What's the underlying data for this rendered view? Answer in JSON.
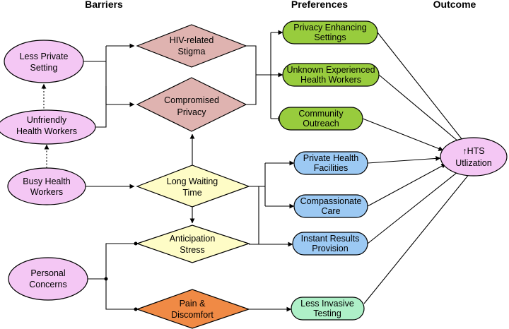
{
  "headings": {
    "barriers": "Barriers",
    "preferences": "Preferences",
    "outcome": "Outcome"
  },
  "nodes": {
    "less_private_setting": [
      "Less Private",
      "Setting"
    ],
    "unfriendly_health_workers": [
      "Unfriendly",
      "Health Workers"
    ],
    "busy_health_workers": [
      "Busy Health",
      "Workers"
    ],
    "personal_concerns": [
      "Personal",
      "Concerns"
    ],
    "hiv_related_stigma": [
      "HIV-related",
      "Stigma"
    ],
    "compromised_privacy": [
      "Compromised",
      "Privacy"
    ],
    "long_waiting_time": [
      "Long Waiting",
      "Time"
    ],
    "anticipation_stress": [
      "Anticipation",
      "Stress"
    ],
    "pain_discomfort": [
      "Pain &",
      "Discomfort"
    ],
    "privacy_enhancing_settings": [
      "Privacy Enhancing",
      "Settings"
    ],
    "unknown_experienced_health_workers": [
      "Unknown Experienced",
      "Health Workers"
    ],
    "community_outreach": [
      "Community",
      "Outreach"
    ],
    "private_health_facilities": [
      "Private Health",
      "Facilities"
    ],
    "compassionate_care": [
      "Compassionate",
      "Care"
    ],
    "instant_results_provision": [
      "Instant Results",
      "Provision"
    ],
    "less_invasive_testing": [
      "Less Invasive",
      "Testing"
    ],
    "hts_utilization": [
      "↑HTS",
      "Utlization"
    ]
  },
  "colors": {
    "barrier_oval": "#f4c7f4",
    "stigma_privacy_diamond": "#dfb3b0",
    "waiting_stress_diamond": "#fefcc6",
    "pain_diamond": "#f08a45",
    "privacy_preferences": "#98cc3d",
    "service_preferences": "#9cc9f3",
    "testing_preference": "#aef0c8",
    "outcome_oval": "#f4c7f4"
  }
}
